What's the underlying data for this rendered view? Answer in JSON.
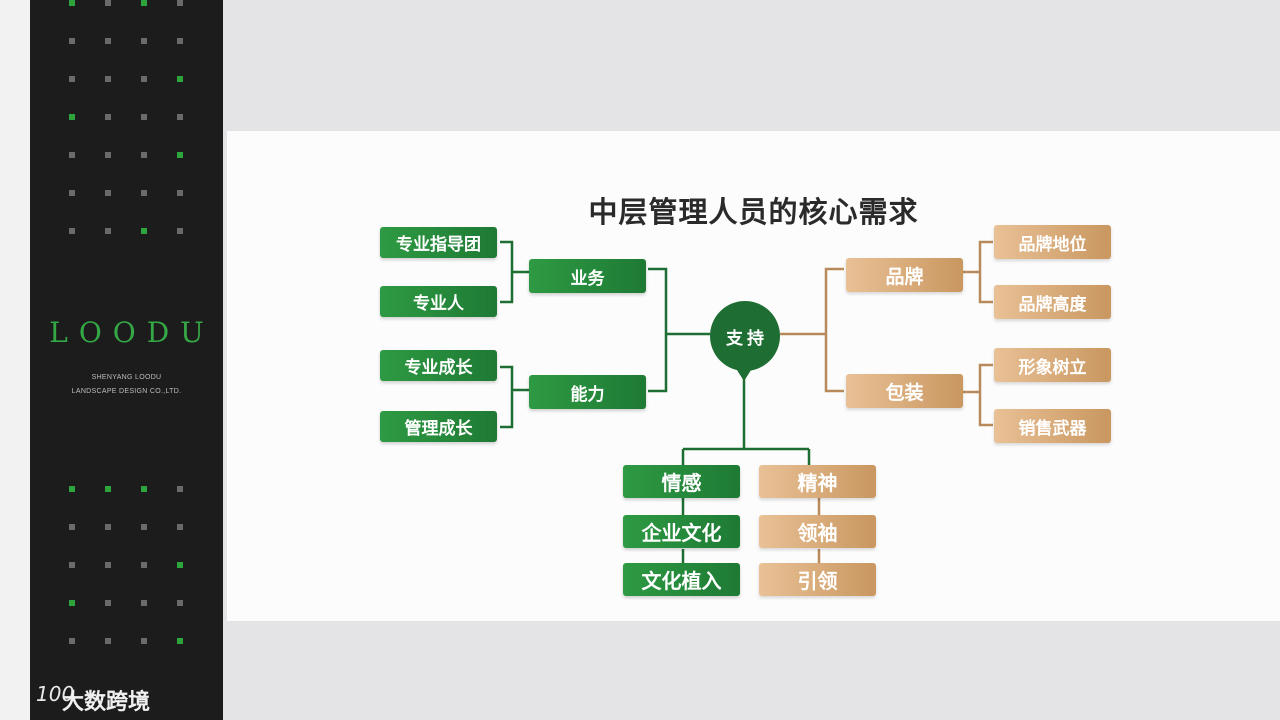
{
  "sidebar": {
    "brand_name": "LOODU",
    "brand_sub_line1": "SHENYANG LOODU",
    "brand_sub_line2": "LANDSCAPE DESIGN CO.,LTD."
  },
  "watermark": {
    "logo": "100",
    "text": "大数跨境"
  },
  "diagram": {
    "title": "中层管理人员的核心需求",
    "hub": "支持",
    "left": {
      "groups": [
        {
          "label": "业务",
          "items": [
            "专业指导团",
            "专业人"
          ]
        },
        {
          "label": "能力",
          "items": [
            "专业成长",
            "管理成长"
          ]
        }
      ]
    },
    "right": {
      "groups": [
        {
          "label": "品牌",
          "items": [
            "品牌地位",
            "品牌高度"
          ]
        },
        {
          "label": "包装",
          "items": [
            "形象树立",
            "销售武器"
          ]
        }
      ]
    },
    "bottom": {
      "green": [
        "情感",
        "企业文化",
        "文化植入"
      ],
      "tan": [
        "精神",
        "领袖",
        "引领"
      ]
    }
  },
  "colors": {
    "green": "#2e9a43",
    "dark_green": "#1e6e33",
    "tan": "#d9ab78",
    "sidebar": "#1c1c1c"
  }
}
